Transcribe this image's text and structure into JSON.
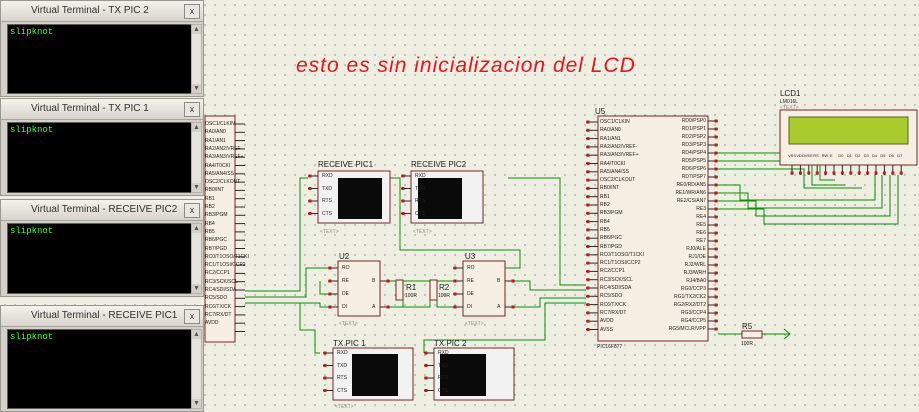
{
  "annotation": "esto es sin inicializacion del LCD",
  "terminals": [
    {
      "title": "Virtual Terminal - TX PIC 2",
      "text": "slipknot"
    },
    {
      "title": "Virtual Terminal - TX PIC 1",
      "text": "slipknot"
    },
    {
      "title": "Virtual Terminal - RECEIVE PIC2",
      "text": "slipknot"
    },
    {
      "title": "Virtual Terminal - RECEIVE PIC1",
      "text": "slipknot"
    }
  ],
  "close_glyph": "x",
  "scroll_up": "▲",
  "scroll_down": "▼",
  "components": {
    "u5": "U5",
    "u5_part": "PIC16F877",
    "u2": "U2",
    "u3": "U3",
    "r1": "R1",
    "r1_value": "100R",
    "r2": "R2",
    "r2_value": "100R",
    "r5": "R5",
    "r5_value": "100R",
    "lcd": "LCD1",
    "lcd_part": "LM016L",
    "receive_pic1": "RECEIVE PIC1",
    "receive_pic2": "RECEIVE PIC2",
    "tx_pic1": "TX PIC 1",
    "tx_pic2": "TX PIC 2",
    "text_tag": "<TEXT>"
  },
  "pic_left_pins": [
    "OSC1/CLKIN",
    "RA0/AN0",
    "RA1/AN1",
    "RA2/AN2/VREF-",
    "RA3/AN3/VREF+",
    "RA4/T0CKI",
    "RA5/AN4/SS",
    "OSC2/CLKOUT",
    "RB0/INT",
    "RB1",
    "RB2",
    "RB3/PGM",
    "RB4",
    "RB5",
    "RB6/PGC",
    "RB7/PGD",
    "RC0/T1OSO/T1CKI",
    "RC1/T1OSI/CCP2",
    "RC2/CCP1",
    "RC3/SCK/SCL",
    "RC4/SDI/SDA",
    "RC5/SDO",
    "RC6/TX/CK",
    "RC7/RX/DT",
    "AVDD",
    "AVSS"
  ],
  "pic_right_pins": [
    "RD0/PSP0",
    "RD1/PSP1",
    "RD2/PSP2",
    "RD3/PSP3",
    "RD4/PSP4",
    "RD5/PSP5",
    "RD6/PSP6",
    "RD7/PSP7",
    "RE0/RD/AN5",
    "RE1/WR/AN6",
    "RE2/CS/AN7",
    "RE3",
    "RE4",
    "RE5",
    "RE6",
    "RE7",
    "RJ0/ALE",
    "RJ1/OE",
    "RJ2/WRL",
    "RJ3/WRH",
    "RJ4/BA0",
    "RG0/CCP3",
    "RG1/TX2/CK2",
    "RG2/RX2/DT2",
    "RG3/CCP4",
    "RG4/CCP5",
    "RG5/MCLR/VPP"
  ],
  "vterm_pins": [
    "RXD",
    "TXD",
    "RTS",
    "CTS"
  ],
  "max_left_pins": [
    "RO",
    "RE",
    "DE",
    "DI"
  ],
  "max_right_pins": [
    "B",
    "A"
  ],
  "lcd_pins": [
    "VSS",
    "VDD",
    "VEE",
    "RS",
    "RW",
    "E",
    "D0",
    "D1",
    "D2",
    "D3",
    "D4",
    "D5",
    "D6",
    "D7"
  ],
  "colors": {
    "background": "#efeee2",
    "wire": "#0d8a0d",
    "body": "#f7efe3",
    "outline": "#7a2626",
    "lcd_screen": "#a9cc2d",
    "title": "#e8141e",
    "terminal_text": "#39ff39"
  }
}
